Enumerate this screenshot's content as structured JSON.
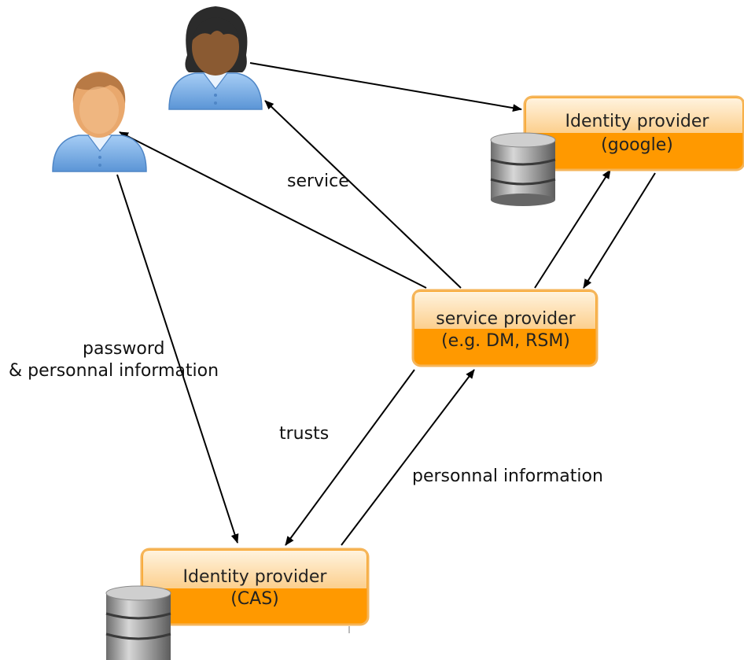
{
  "nodes": {
    "idp_google": {
      "line1": "Identity provider",
      "line2": "(google)"
    },
    "service_provider": {
      "line1": "service provider",
      "line2": "(e.g. DM, RSM)"
    },
    "idp_cas": {
      "line1": "Identity provider",
      "line2": "(CAS)"
    }
  },
  "edges": {
    "service": "service",
    "password_line1": "password",
    "password_line2": "& personnal information",
    "trusts": "trusts",
    "personnal_information": "personnal information"
  },
  "colors": {
    "box_light": "#fde2b8",
    "box_dark": "#ff9900",
    "box_border": "#f2a93b",
    "user_shirt": "#7fb3ea",
    "user_skin": "#e9a86d",
    "user2_skin": "#8a5a32",
    "user2_hair": "#2b2b2b",
    "db_gray": "#8d8d8d"
  },
  "icons": [
    "user-icon",
    "user-icon",
    "database-icon",
    "database-icon"
  ]
}
